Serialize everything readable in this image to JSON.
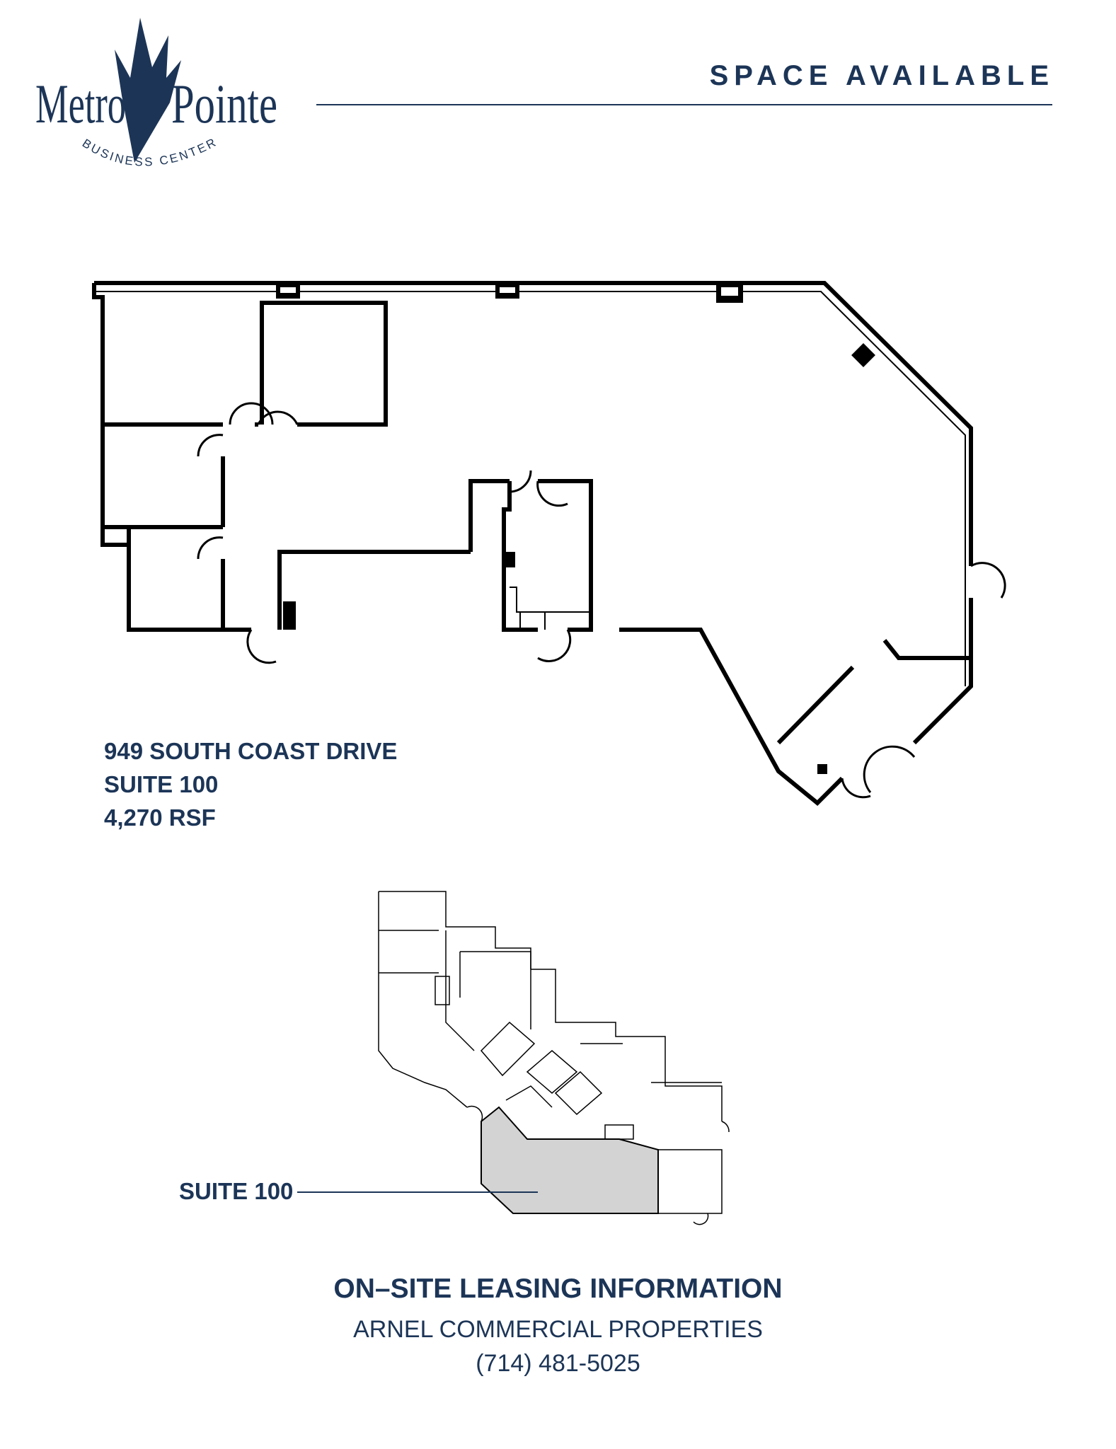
{
  "logo": {
    "word_left": "Metro",
    "word_right": "Pointe",
    "tagline": "BUSINESS CENTER"
  },
  "header": {
    "title": "SPACE AVAILABLE"
  },
  "property": {
    "address": "949 SOUTH COAST DRIVE",
    "suite": "SUITE 100",
    "area": "4,270 RSF"
  },
  "keyplan": {
    "label": "SUITE 100",
    "highlight_color": "#d3d3d3"
  },
  "leasing": {
    "title": "ON–SITE LEASING INFORMATION",
    "company": "ARNEL COMMERCIAL PROPERTIES",
    "phone": "(714) 481-5025"
  },
  "colors": {
    "brand_navy": "#1c3557",
    "wall": "#000000"
  }
}
